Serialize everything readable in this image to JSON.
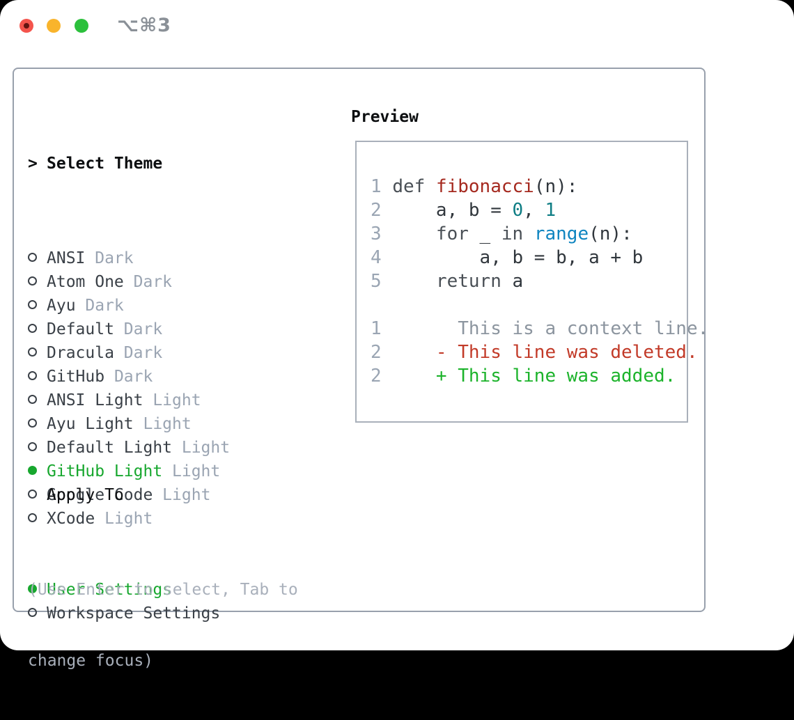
{
  "window": {
    "title": "⌥⌘3"
  },
  "colors": {
    "red_light": "#f4544c",
    "red_light_dot": "#641410",
    "yellow_light": "#f9b42c",
    "green_light": "#2cc03c",
    "title": "#8a9097",
    "panel_border": "#98a0ac",
    "preview_border": "#a9b0ba",
    "heading": "#0c0e10",
    "item": "#3a4047",
    "tag": "#9aa4b2",
    "hint": "#a9b0bb",
    "green": "#17a72e",
    "lnum": "#9aa5b3",
    "default": "#30363c",
    "keyword": "#4a5056",
    "function": "#a5291f",
    "builtin": "#0f85c0",
    "number": "#0e7d84",
    "context": "#8c959f",
    "deleted": "#c23a28",
    "added": "#1cb32b"
  },
  "theme_picker": {
    "prompt_char": ">",
    "heading": "Select Theme",
    "items": [
      {
        "name": "ANSI",
        "tag": "Dark",
        "selected": false
      },
      {
        "name": "Atom One",
        "tag": "Dark",
        "selected": false
      },
      {
        "name": "Ayu",
        "tag": "Dark",
        "selected": false
      },
      {
        "name": "Default",
        "tag": "Dark",
        "selected": false
      },
      {
        "name": "Dracula",
        "tag": "Dark",
        "selected": false
      },
      {
        "name": "GitHub",
        "tag": "Dark",
        "selected": false
      },
      {
        "name": "ANSI Light",
        "tag": "Light",
        "selected": false
      },
      {
        "name": "Ayu Light",
        "tag": "Light",
        "selected": false
      },
      {
        "name": "Default Light",
        "tag": "Light",
        "selected": false
      },
      {
        "name": "GitHub Light",
        "tag": "Light",
        "selected": true
      },
      {
        "name": "Google Code",
        "tag": "Light",
        "selected": false
      },
      {
        "name": "XCode",
        "tag": "Light",
        "selected": false
      }
    ],
    "apply_to": {
      "heading": "Apply To",
      "options": [
        {
          "label": "User Settings",
          "selected": true
        },
        {
          "label": "Workspace Settings",
          "selected": false
        }
      ]
    },
    "hint_lines": [
      "(Use Enter to select, Tab to",
      "change focus)"
    ]
  },
  "preview": {
    "heading": "Preview",
    "code_lines": [
      {
        "num": "1",
        "tokens": [
          {
            "t": "def ",
            "c": "keyword"
          },
          {
            "t": "fibonacci",
            "c": "function"
          },
          {
            "t": "(n):",
            "c": "default"
          }
        ]
      },
      {
        "num": "2",
        "tokens": [
          {
            "t": "    a, b = ",
            "c": "default"
          },
          {
            "t": "0",
            "c": "number"
          },
          {
            "t": ", ",
            "c": "default"
          },
          {
            "t": "1",
            "c": "number"
          }
        ]
      },
      {
        "num": "3",
        "tokens": [
          {
            "t": "    ",
            "c": "default"
          },
          {
            "t": "for",
            "c": "keyword"
          },
          {
            "t": " _ ",
            "c": "default"
          },
          {
            "t": "in",
            "c": "keyword"
          },
          {
            "t": " ",
            "c": "default"
          },
          {
            "t": "range",
            "c": "builtin"
          },
          {
            "t": "(n):",
            "c": "default"
          }
        ]
      },
      {
        "num": "4",
        "tokens": [
          {
            "t": "        a, b = b, a + b",
            "c": "default"
          }
        ]
      },
      {
        "num": "5",
        "tokens": [
          {
            "t": "    ",
            "c": "default"
          },
          {
            "t": "return",
            "c": "keyword"
          },
          {
            "t": " a",
            "c": "default"
          }
        ]
      },
      {
        "num": "",
        "tokens": []
      },
      {
        "num": "1",
        "tokens": [
          {
            "t": "      This is a context line.",
            "c": "context"
          }
        ]
      },
      {
        "num": "2",
        "tokens": [
          {
            "t": "    - This line was deleted.",
            "c": "deleted"
          }
        ]
      },
      {
        "num": "2",
        "tokens": [
          {
            "t": "    + This line was added.",
            "c": "added"
          }
        ]
      }
    ]
  }
}
